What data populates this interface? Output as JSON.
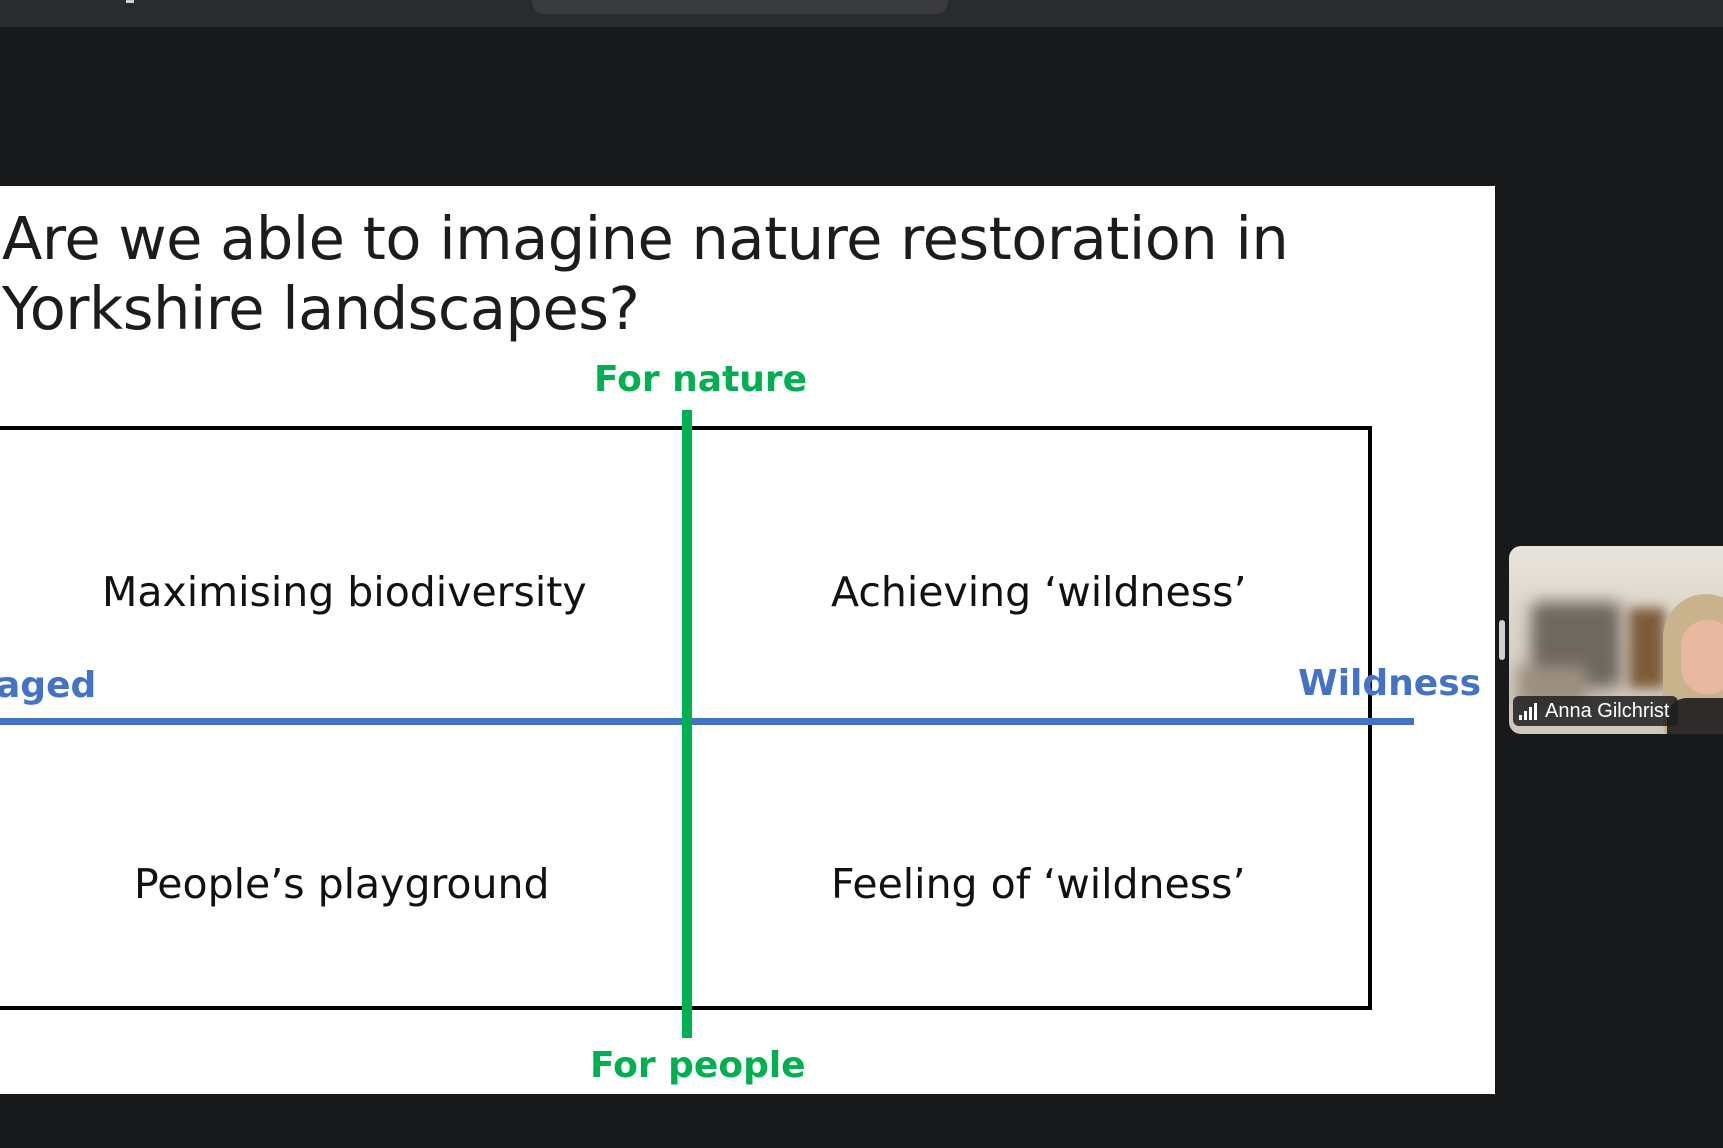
{
  "slide": {
    "title_line1": "Are we able to imagine nature restoration in",
    "title_line2": "Yorkshire landscapes?",
    "axis_top": "For nature",
    "axis_bottom": "For people",
    "axis_left": "aged",
    "axis_right": "Wildness",
    "quadrants": {
      "top_left": "Maximising biodiversity",
      "top_right": "Achieving ‘wildness’",
      "bottom_left": "People’s playground",
      "bottom_right": "Feeling of ‘wildness’"
    },
    "colors": {
      "vertical_axis": "#00b050",
      "horizontal_axis": "#4472c4",
      "background": "#ffffff"
    }
  },
  "participant": {
    "name": "Anna Gilchrist",
    "signal_icon": "signal-bars-icon"
  },
  "theme": {
    "app_background": "#18191b"
  }
}
